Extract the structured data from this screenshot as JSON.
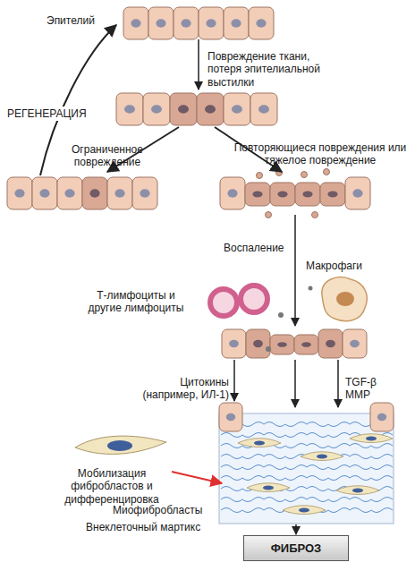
{
  "diagram": {
    "nodes": [
      {
        "text": [
          "ФИБРОЗ"
        ]
      }
    ],
    "labels": [
      "Эпителий",
      "Повреждение ткани, потеря эпителиальной выстилки",
      "РЕГЕНЕРАЦИЯ",
      "Ограниченное повреждение",
      "Повторяющиеся повреждения или тяжелое повреждение",
      "Воспаление",
      "Макрофаги",
      "Т-лимфоциты и другие лимфоциты",
      "Цитокины (например, ИЛ-1)",
      "TGF-β MMP",
      "Мобилизация фибробластов и дифференцировка",
      "Миофибробласты",
      "Внеклеточный мартикс"
    ]
  }
}
